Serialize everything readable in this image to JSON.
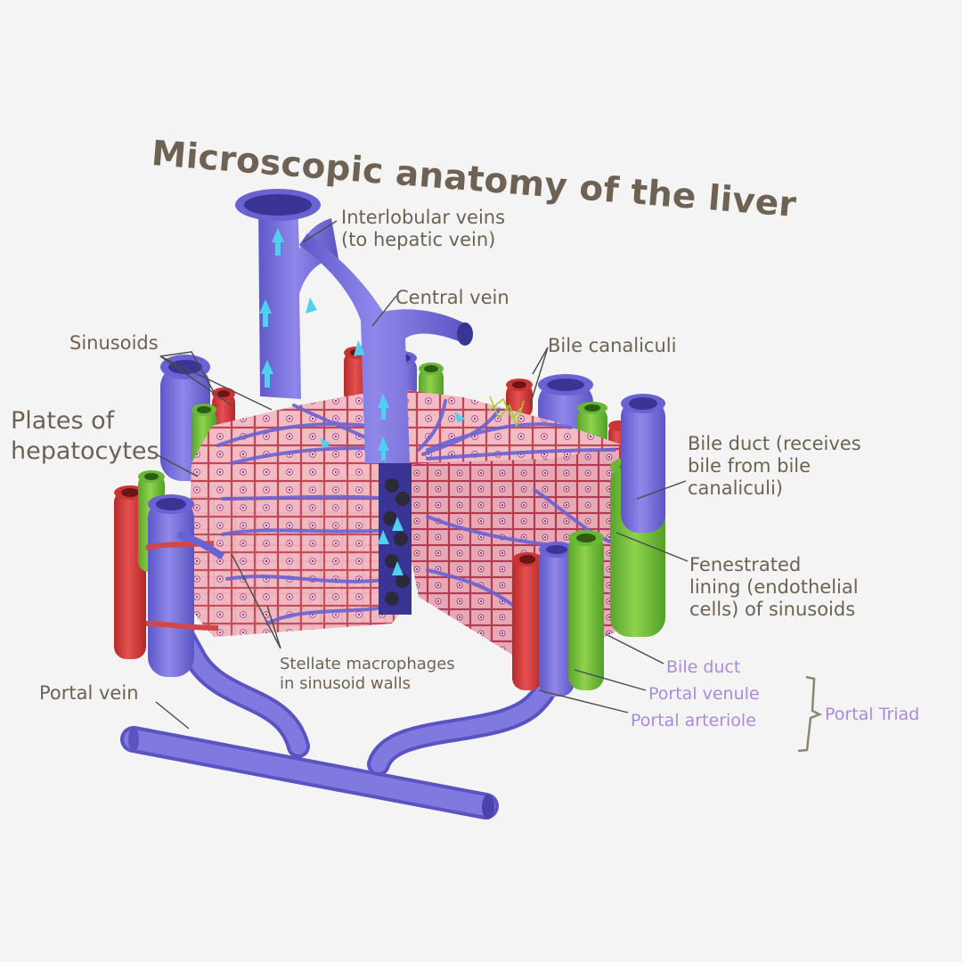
{
  "title": "Microscopic anatomy of the liver",
  "labels": {
    "interlobular_veins": "Interlobular veins\n(to hepatic vein)",
    "central_vein": "Central vein",
    "sinusoids": "Sinusoids",
    "bile_canaliculi": "Bile canaliculi",
    "plates_of_hepatocytes": "Plates of\nhepatocytes",
    "bile_duct_receives": "Bile duct (receives\nbile from bile\ncanaliculi)",
    "fenestrated_lining": "Fenestrated\nlining (endothelial\ncells) of sinusoids",
    "stellate_macrophages": "Stellate macrophages\nin sinusoid walls",
    "portal_vein": "Portal vein",
    "bile_duct": "Bile duct",
    "portal_venule": "Portal venule",
    "portal_arteriole": "Portal arteriole",
    "portal_triad": "Portal Triad"
  },
  "colors": {
    "vein": "#7b73dc",
    "artery": "#d63a3a",
    "bile_duct": "#6fbf3a",
    "hepatocyte": "#f0b9bf",
    "flow_arrow": "#4fd0ee",
    "label_text": "#6e6254",
    "triad_text": "#a98bd9"
  }
}
